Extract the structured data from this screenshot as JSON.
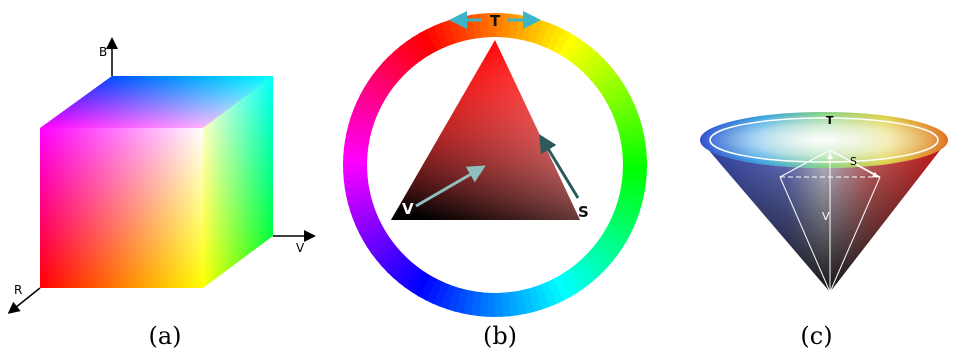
{
  "figures": [
    {
      "id": "a",
      "caption": "(a)",
      "axis_labels": {
        "blue": "B",
        "value": "V",
        "red": "R"
      }
    },
    {
      "id": "b",
      "caption": "(b)",
      "labels": {
        "hue": "T",
        "value": "V",
        "saturation": "S"
      },
      "colors": {
        "arrow_hue": "#3ab6c8",
        "arrow_value": "#8fbfbf",
        "arrow_saturation": "#2a5a5a"
      }
    },
    {
      "id": "c",
      "caption": "(c)",
      "labels": {
        "hue": "T",
        "saturation": "S",
        "value": "V"
      }
    }
  ]
}
